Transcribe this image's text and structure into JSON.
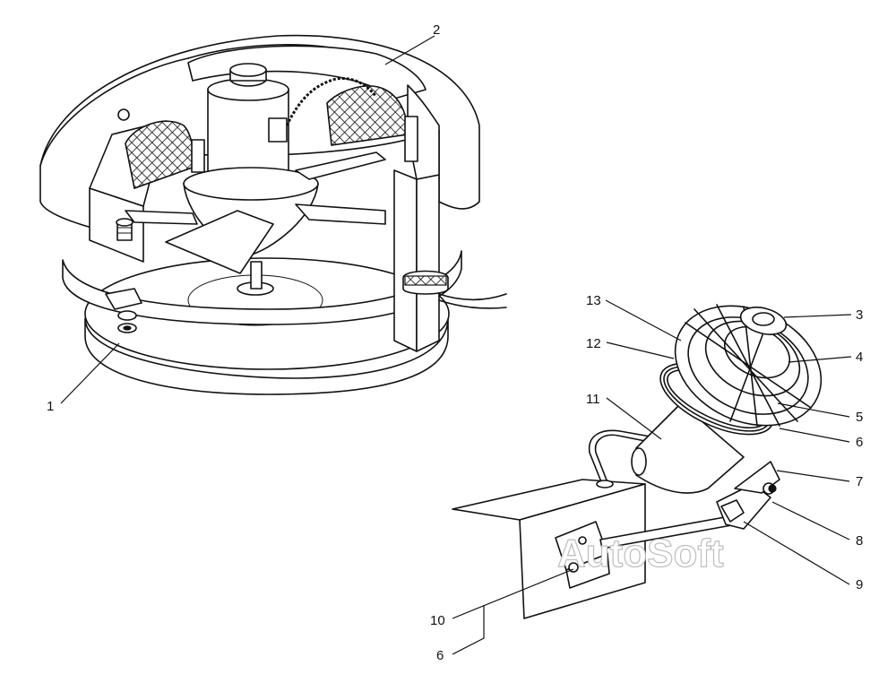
{
  "watermark": "AutoSoft",
  "callouts": [
    {
      "id": "c1",
      "text": "1"
    },
    {
      "id": "c2",
      "text": "2"
    },
    {
      "id": "c3",
      "text": "3"
    },
    {
      "id": "c4",
      "text": "4"
    },
    {
      "id": "c5",
      "text": "5"
    },
    {
      "id": "c6a",
      "text": "6"
    },
    {
      "id": "c7",
      "text": "7"
    },
    {
      "id": "c8",
      "text": "8"
    },
    {
      "id": "c9",
      "text": "9"
    },
    {
      "id": "c10",
      "text": "10"
    },
    {
      "id": "c6b",
      "text": "6"
    },
    {
      "id": "c11",
      "text": "11"
    },
    {
      "id": "c12",
      "text": "12"
    },
    {
      "id": "c13",
      "text": "13"
    }
  ]
}
